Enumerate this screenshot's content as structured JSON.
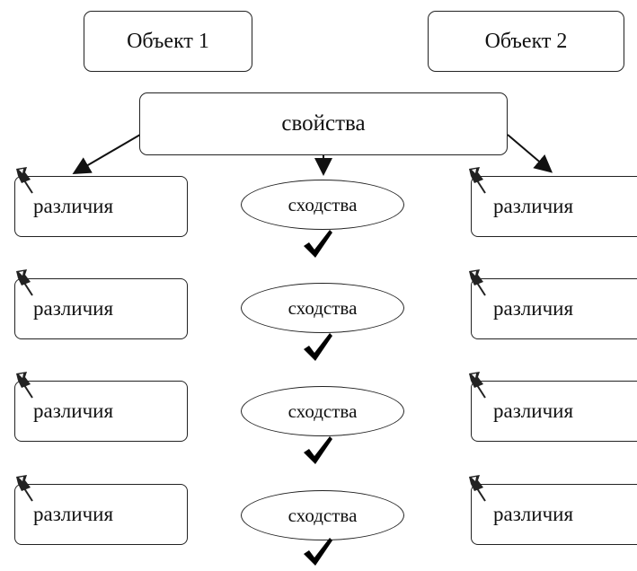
{
  "objects": {
    "object1": "Объект 1",
    "object2": "Объект 2"
  },
  "properties": "свойства",
  "rows": [
    {
      "left": "различия",
      "center": "сходства",
      "right": "различия"
    },
    {
      "left": "различия",
      "center": "сходства",
      "right": "различия"
    },
    {
      "left": "различия",
      "center": "сходства",
      "right": "различия"
    },
    {
      "left": "различия",
      "center": "сходства",
      "right": "различия"
    }
  ],
  "icons": {
    "pin": "pushpin-icon",
    "check": "checkmark-icon"
  }
}
